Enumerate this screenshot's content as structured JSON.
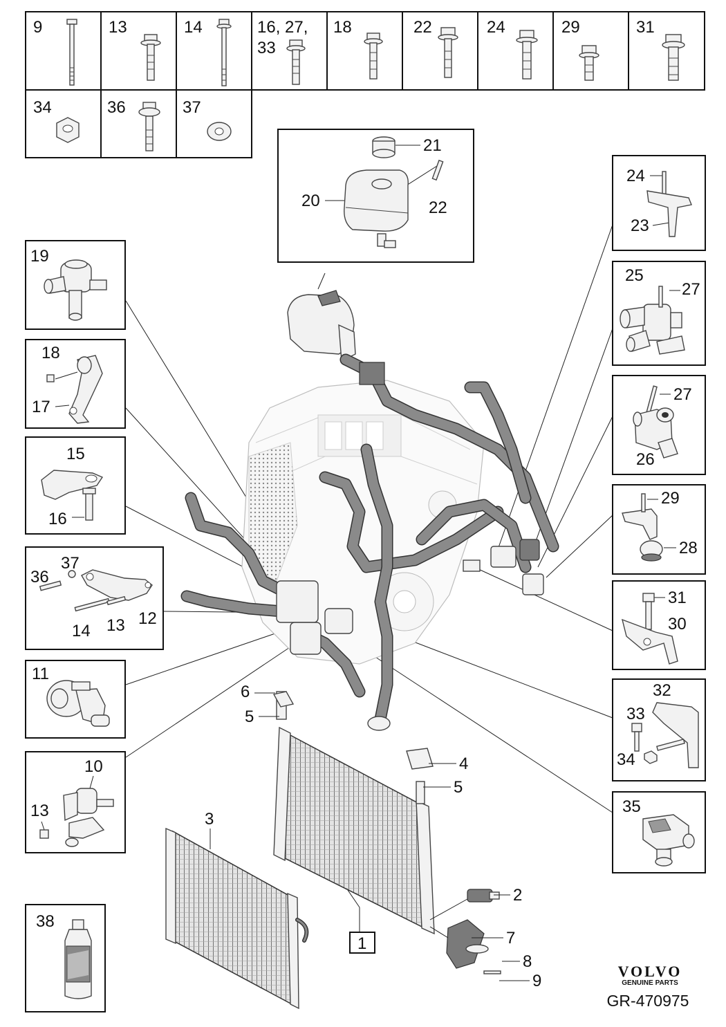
{
  "fastener_table": {
    "row1": [
      "9",
      "13",
      "14",
      "16, 27,",
      "18",
      "22",
      "24",
      "29",
      "31"
    ],
    "row1_extra": "33",
    "row2": [
      "34",
      "36",
      "37"
    ]
  },
  "callouts": {
    "c1": "1",
    "c2": "2",
    "c3": "3",
    "c4": "4",
    "c5a": "5",
    "c5b": "5",
    "c6": "6",
    "c7": "7",
    "c8": "8",
    "c9": "9",
    "c10": "10",
    "c11": "11",
    "c12": "12",
    "c13a": "13",
    "c13b": "13",
    "c14": "14",
    "c15": "15",
    "c16": "16",
    "c17": "17",
    "c18": "18",
    "c19": "19",
    "c20": "20",
    "c21": "21",
    "c22": "22",
    "c23": "23",
    "c24": "24",
    "c25": "25",
    "c26": "26",
    "c27a": "27",
    "c27b": "27",
    "c28": "28",
    "c29": "29",
    "c30": "30",
    "c31": "31",
    "c32": "32",
    "c33": "33",
    "c34": "34",
    "c35": "35",
    "c36": "36",
    "c37": "37",
    "c38": "38"
  },
  "brand": {
    "logo": "VOLVO",
    "tagline": "GENUINE PARTS",
    "figure_code": "GR-470975"
  }
}
